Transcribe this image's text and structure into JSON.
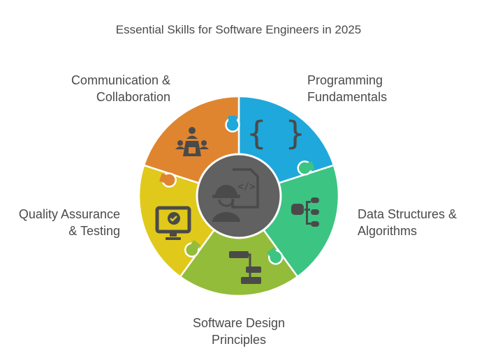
{
  "title": "Essential Skills for Software Engineers in 2025",
  "segments": [
    {
      "label_line1": "Programming",
      "label_line2": "Fundamentals",
      "color": "#1FA8DB",
      "icon": "curly-braces-icon"
    },
    {
      "label_line1": "Data Structures &",
      "label_line2": "Algorithms",
      "color": "#3CC483",
      "icon": "database-tree-icon"
    },
    {
      "label_line1": "Software Design",
      "label_line2": "Principles",
      "color": "#93BC3A",
      "icon": "flowchart-icon"
    },
    {
      "label_line1": "Quality Assurance",
      "label_line2": "& Testing",
      "color": "#E0C91A",
      "icon": "monitor-check-icon"
    },
    {
      "label_line1": "Communication &",
      "label_line2": "Collaboration",
      "color": "#E0852F",
      "icon": "meeting-icon"
    }
  ],
  "center": {
    "color": "#616161",
    "icon": "engineer-code-icon"
  }
}
